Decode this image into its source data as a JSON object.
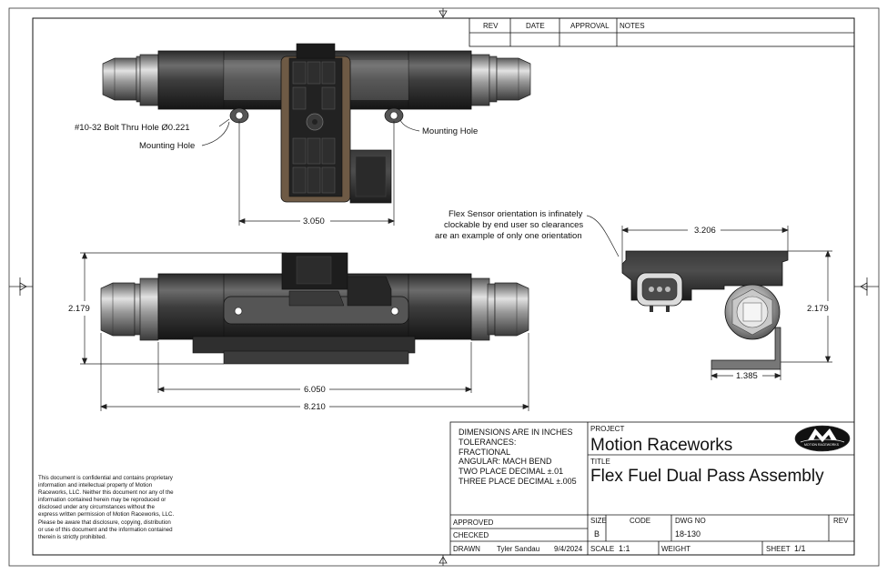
{
  "revision_block": {
    "headers": [
      "REV",
      "DATE",
      "APPROVAL",
      "NOTES"
    ]
  },
  "callouts": {
    "bolt_hole": "#10-32 Bolt Thru Hole Ø0.221",
    "mounting_hole_left": "Mounting Hole",
    "mounting_hole_right": "Mounting Hole",
    "flex_note": [
      "Flex Sensor orientation is infinately",
      "clockable by end user so clearances",
      "are an example of only one orientation"
    ]
  },
  "dimensions": {
    "top_view_hole_spacing": "3.050",
    "front_view_height": "2.179",
    "front_view_body_length": "6.050",
    "front_view_overall_length": "8.210",
    "side_view_width": "3.206",
    "side_view_height": "2.179",
    "side_view_depth": "1.385"
  },
  "tolerances": [
    "DIMENSIONS ARE IN INCHES",
    "TOLERANCES:",
    "FRACTIONAL",
    "ANGULAR: MACH BEND",
    "TWO PLACE DECIMAL ±.01",
    "THREE PLACE DECIMAL ±.005"
  ],
  "title_block": {
    "project_label": "PROJECT",
    "project": "Motion Raceworks",
    "title_label": "TITLE",
    "title": "Flex Fuel Dual Pass Assembly",
    "logo_text": "MOTION RACEWORKS",
    "approved_label": "APPROVED",
    "checked_label": "CHECKED",
    "drawn_label": "DRAWN",
    "drawn_by": "Tyler Sandau",
    "drawn_date": "9/4/2024",
    "size_label": "SIZE",
    "size": "B",
    "code_label": "CODE",
    "dwg_no_label": "DWG NO",
    "dwg_no": "18-130",
    "rev_label": "REV",
    "scale_label": "SCALE",
    "scale": "1:1",
    "weight_label": "WEIGHT",
    "sheet_label": "SHEET",
    "sheet": "1/1"
  },
  "confidentiality": "This document is confidential and contains proprietary information and intellectual property of Motion Raceworks, LLC. Neither this document nor any of the information contained herein may be reproduced or disclosed under any circumstances without the express written permission of Motion Raceworks, LLC. Please be aware that disclosure, copying, distribution or use of this document and the information contained therein is strictly prohibited."
}
